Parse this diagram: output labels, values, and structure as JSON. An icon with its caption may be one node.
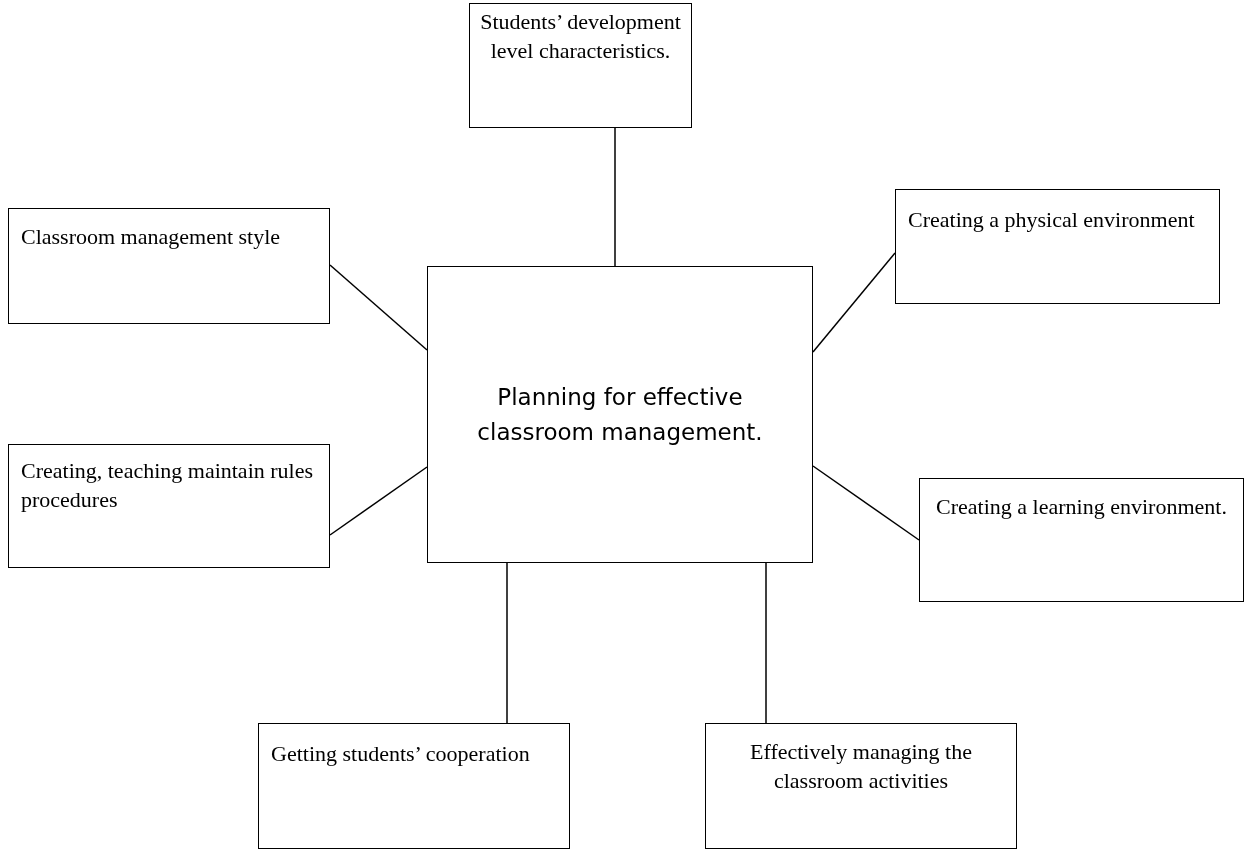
{
  "diagram": {
    "nodes": [
      {
        "text": [
          "Students’ development level characteristics."
        ]
      },
      {
        "text": [
          "Classroom management style"
        ]
      },
      {
        "text": [
          "Creating a physical environment"
        ]
      },
      {
        "text": [
          "Planning for effective classroom management."
        ]
      },
      {
        "text": [
          "Creating, teaching maintain rules procedures"
        ]
      },
      {
        "text": [
          "Creating a learning environment."
        ]
      },
      {
        "text": [
          "Getting students’ cooperation"
        ]
      },
      {
        "text": [
          "Effectively managing the classroom activities"
        ]
      }
    ],
    "edges": [
      {
        "from": 3,
        "to": 0,
        "arrow": "none"
      },
      {
        "from": 3,
        "to": 1,
        "arrow": "none"
      },
      {
        "from": 3,
        "to": 2,
        "arrow": "none"
      },
      {
        "from": 3,
        "to": 4,
        "arrow": "none"
      },
      {
        "from": 3,
        "to": 5,
        "arrow": "none"
      },
      {
        "from": 3,
        "to": 6,
        "arrow": "none"
      },
      {
        "from": 3,
        "to": 7,
        "arrow": "none"
      }
    ]
  }
}
